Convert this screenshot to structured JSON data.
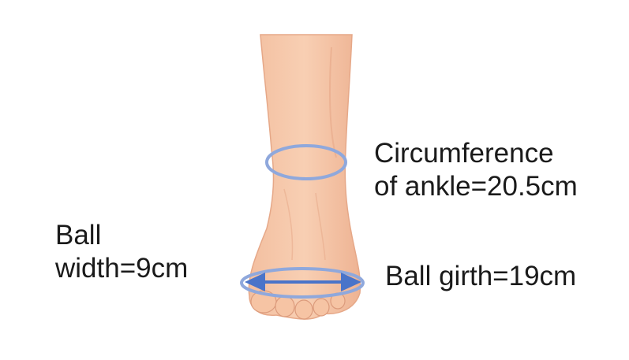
{
  "labels": {
    "ankle_line1": "Circumference",
    "ankle_line2": "of ankle=20.5cm",
    "ball_width_line1": "Ball",
    "ball_width_line2": "width=9cm",
    "ball_girth": "Ball girth=19cm"
  },
  "colors": {
    "skin": "#f6c8a8",
    "skin_shadow": "#e9a98a",
    "measure_ring": "#8fa8dc",
    "arrow": "#4a74c9"
  }
}
